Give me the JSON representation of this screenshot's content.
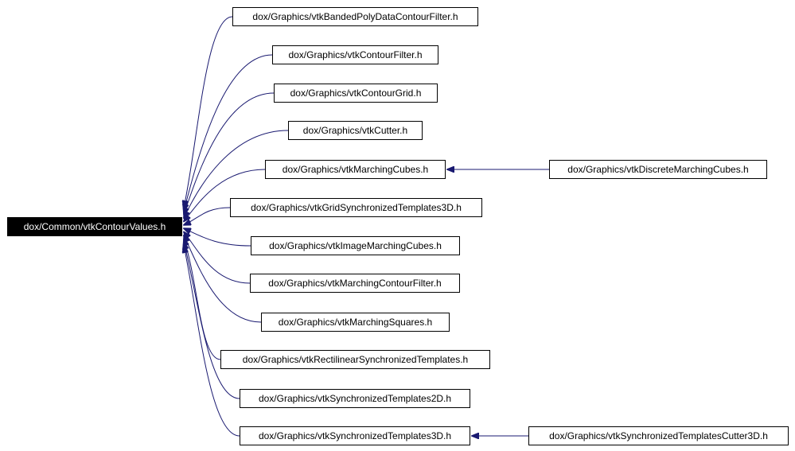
{
  "diagram": {
    "root": {
      "id": "root",
      "label": "dox/Common/vtkContourValues.h"
    },
    "includers": [
      {
        "id": "n0",
        "label": "dox/Graphics/vtkBandedPolyDataContourFilter.h"
      },
      {
        "id": "n1",
        "label": "dox/Graphics/vtkContourFilter.h"
      },
      {
        "id": "n2",
        "label": "dox/Graphics/vtkContourGrid.h"
      },
      {
        "id": "n3",
        "label": "dox/Graphics/vtkCutter.h"
      },
      {
        "id": "n4",
        "label": "dox/Graphics/vtkMarchingCubes.h"
      },
      {
        "id": "n5",
        "label": "dox/Graphics/vtkGridSynchronizedTemplates3D.h"
      },
      {
        "id": "n6",
        "label": "dox/Graphics/vtkImageMarchingCubes.h"
      },
      {
        "id": "n7",
        "label": "dox/Graphics/vtkMarchingContourFilter.h"
      },
      {
        "id": "n8",
        "label": "dox/Graphics/vtkMarchingSquares.h"
      },
      {
        "id": "n9",
        "label": "dox/Graphics/vtkRectilinearSynchronizedTemplates.h"
      },
      {
        "id": "n10",
        "label": "dox/Graphics/vtkSynchronizedTemplates2D.h"
      },
      {
        "id": "n11",
        "label": "dox/Graphics/vtkSynchronizedTemplates3D.h"
      }
    ],
    "secondary": [
      {
        "id": "n12",
        "label": "dox/Graphics/vtkDiscreteMarchingCubes.h"
      },
      {
        "id": "n13",
        "label": "dox/Graphics/vtkSynchronizedTemplatesCutter3D.h"
      }
    ],
    "edges": [
      {
        "from": "n0",
        "to": "root"
      },
      {
        "from": "n1",
        "to": "root"
      },
      {
        "from": "n2",
        "to": "root"
      },
      {
        "from": "n3",
        "to": "root"
      },
      {
        "from": "n4",
        "to": "root"
      },
      {
        "from": "n5",
        "to": "root"
      },
      {
        "from": "n6",
        "to": "root"
      },
      {
        "from": "n7",
        "to": "root"
      },
      {
        "from": "n8",
        "to": "root"
      },
      {
        "from": "n9",
        "to": "root"
      },
      {
        "from": "n10",
        "to": "root"
      },
      {
        "from": "n11",
        "to": "root"
      },
      {
        "from": "n12",
        "to": "n4"
      },
      {
        "from": "n13",
        "to": "n11"
      }
    ],
    "colors": {
      "edge": "#191970",
      "node_border": "#000000",
      "root_fill": "#000000",
      "root_text": "#ffffff",
      "node_fill": "#ffffff"
    }
  }
}
